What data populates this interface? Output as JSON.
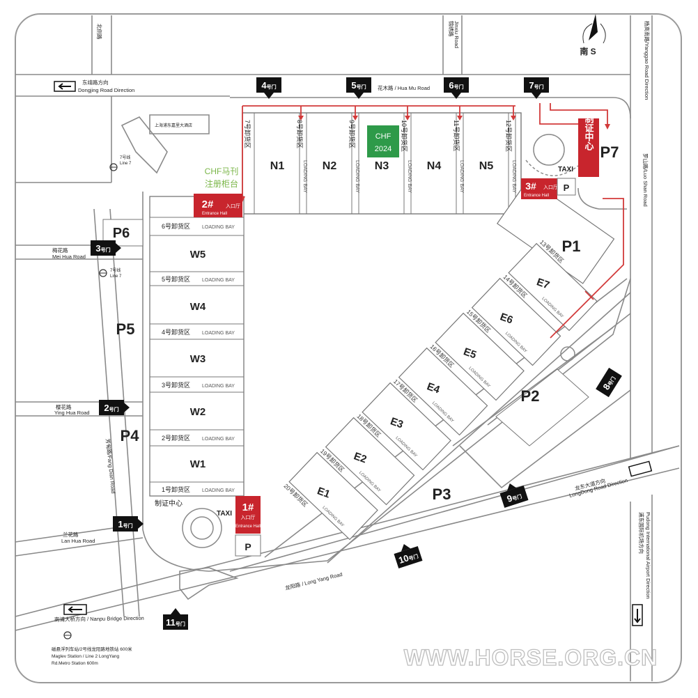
{
  "colors": {
    "route": "#d23a3a",
    "entrance": "#c8252d",
    "chf_sign": "#2e9a49",
    "gate": "#111111",
    "outline": "#8a8a8a",
    "watermark": "#d0d0d0"
  },
  "compass": {
    "label": "南 S"
  },
  "roads": {
    "dongjing_cn": "东靖路方向",
    "dongjing_en": "Dongjing Road Direction",
    "huamu_cn": "花木路",
    "huamu_en": "Hua Mu Road",
    "meihua_cn": "梅花路",
    "meihua_en": "Mei Hua Road",
    "yinghua_cn": "樱花路",
    "yinghua_en": "Ying Hua Road",
    "fangdian_cn": "芳甸路",
    "fangdian_en": "Fang Dian Road",
    "lanhua_cn": "兰花路",
    "lanhua_en": "Lan Hua Road",
    "longyang_cn": "龙阳路",
    "longyang_en": "Long Yang Road",
    "nanpu_cn": "南浦大桥方向",
    "nanpu_en": "Nanpu Bridge Direction",
    "longdong_cn": "龙东大道方向",
    "longdong_en": "LongDong Road Direction",
    "luoshan_cn": "罗山路",
    "luoshan_en": "Luo Shan Road",
    "pudong_cn": "浦东国际机场方向",
    "pudong_en": "Pudong International Airport Direction",
    "yanggao_cn": "杨高南路",
    "yanggao_en": "Yanggao Road Direction",
    "top_left_cn": "北侧路",
    "top_mid_cn": "锦绣路",
    "top_mid_en": "Jinxiu Road"
  },
  "metro": {
    "line7_a": "7号线",
    "line7_a_en": "Line 7",
    "line7_b": "7号线",
    "line7_b_en": "Line 7",
    "maglev_1": "磁悬浮列车站/2号线龙阳路地铁站 600米",
    "maglev_2": "Maglev Station / Line 2 LongYang",
    "maglev_3": "Rd.Metro Station 600m",
    "hotel": "上海浦东嘉里大酒店"
  },
  "gates": [
    "1号门",
    "2号门",
    "3号门",
    "4号门",
    "5号门",
    "6号门",
    "7号门",
    "8号门",
    "9号门",
    "10号门",
    "11号门"
  ],
  "north_halls": [
    "N1",
    "N2",
    "N3",
    "N4",
    "N5"
  ],
  "north_bays": [
    "7号卸货区",
    "8号卸货区",
    "9号卸货区",
    "10号卸货区",
    "11号卸货区",
    "12号卸货区"
  ],
  "west_halls": [
    "W5",
    "W4",
    "W3",
    "W2",
    "W1"
  ],
  "west_bays": [
    "6号卸货区",
    "5号卸货区",
    "4号卸货区",
    "3号卸货区",
    "2号卸货区",
    "1号卸货区"
  ],
  "east_halls": [
    "E7",
    "E6",
    "E5",
    "E4",
    "E3",
    "E2",
    "E1"
  ],
  "east_bays": [
    "13号卸货区",
    "14号卸货区",
    "15号卸货区",
    "16号卸货区",
    "17号卸货区",
    "18号卸货区",
    "19号卸货区",
    "20号卸货区"
  ],
  "loading_bay": "LOADING BAY",
  "parking": [
    "P1",
    "P2",
    "P3",
    "P4",
    "P5",
    "P6",
    "P7"
  ],
  "entrances": {
    "e1_num": "1#",
    "e1_cn": "入口厅",
    "e1_en": "Entrance Hall",
    "e2_num": "2#",
    "e2_cn": "入口厅",
    "e2_en": "Entrance Hall",
    "e3_num": "3#",
    "e3_cn": "入口厅",
    "e3_en": "Entrance Hall"
  },
  "badge_center": "制证中心",
  "badge_center_sw": "制证中心",
  "chf_sign": {
    "line1": "CHF",
    "line2": "2024"
  },
  "chf_mag": {
    "line1": "CHF马刊",
    "line2": "注册柜台"
  },
  "taxi": "TAXI",
  "watermark": "WWW.HORSE.ORG.CN"
}
